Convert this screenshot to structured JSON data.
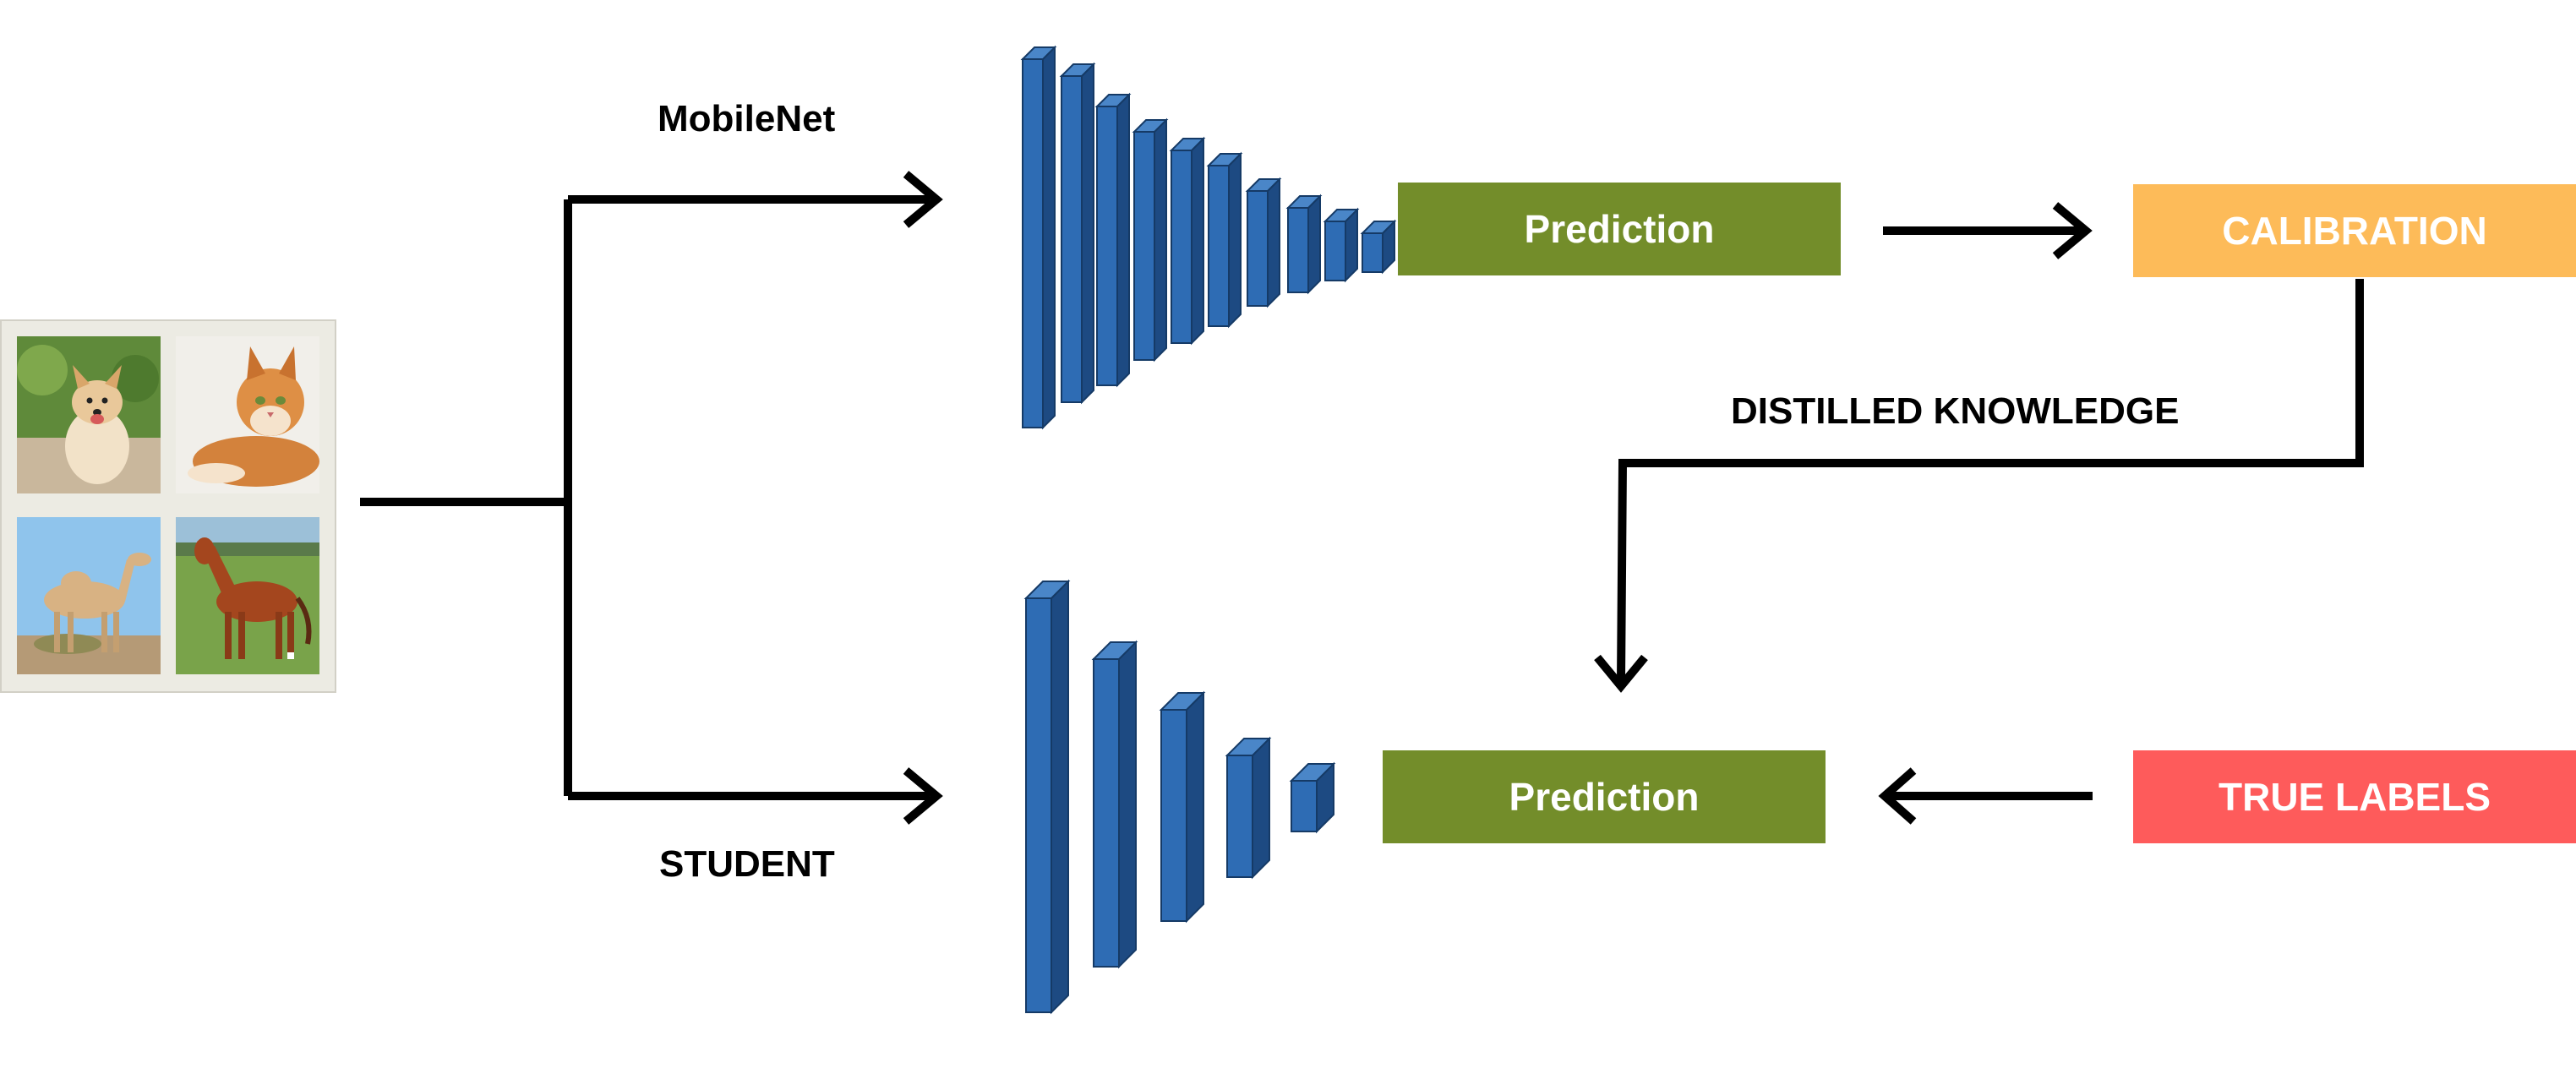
{
  "labels": {
    "teacher_model": "MobileNet",
    "student_model": "STUDENT",
    "distilled_knowledge": "DISTILLED KNOWLEDGE"
  },
  "boxes": {
    "teacher_prediction": "Prediction",
    "calibration": "CALIBRATION",
    "student_prediction": "Prediction",
    "true_labels": "TRUE LABELS"
  },
  "input_images": [
    "dog",
    "cat",
    "camel",
    "horse"
  ],
  "colors": {
    "prediction_box": "#738d2a",
    "calibration_box": "#fdbb59",
    "true_labels_box": "#fe5b5b",
    "network_layer": "#2e6cb4",
    "network_layer_dark": "#1d4a82",
    "arrow": "#000000"
  }
}
